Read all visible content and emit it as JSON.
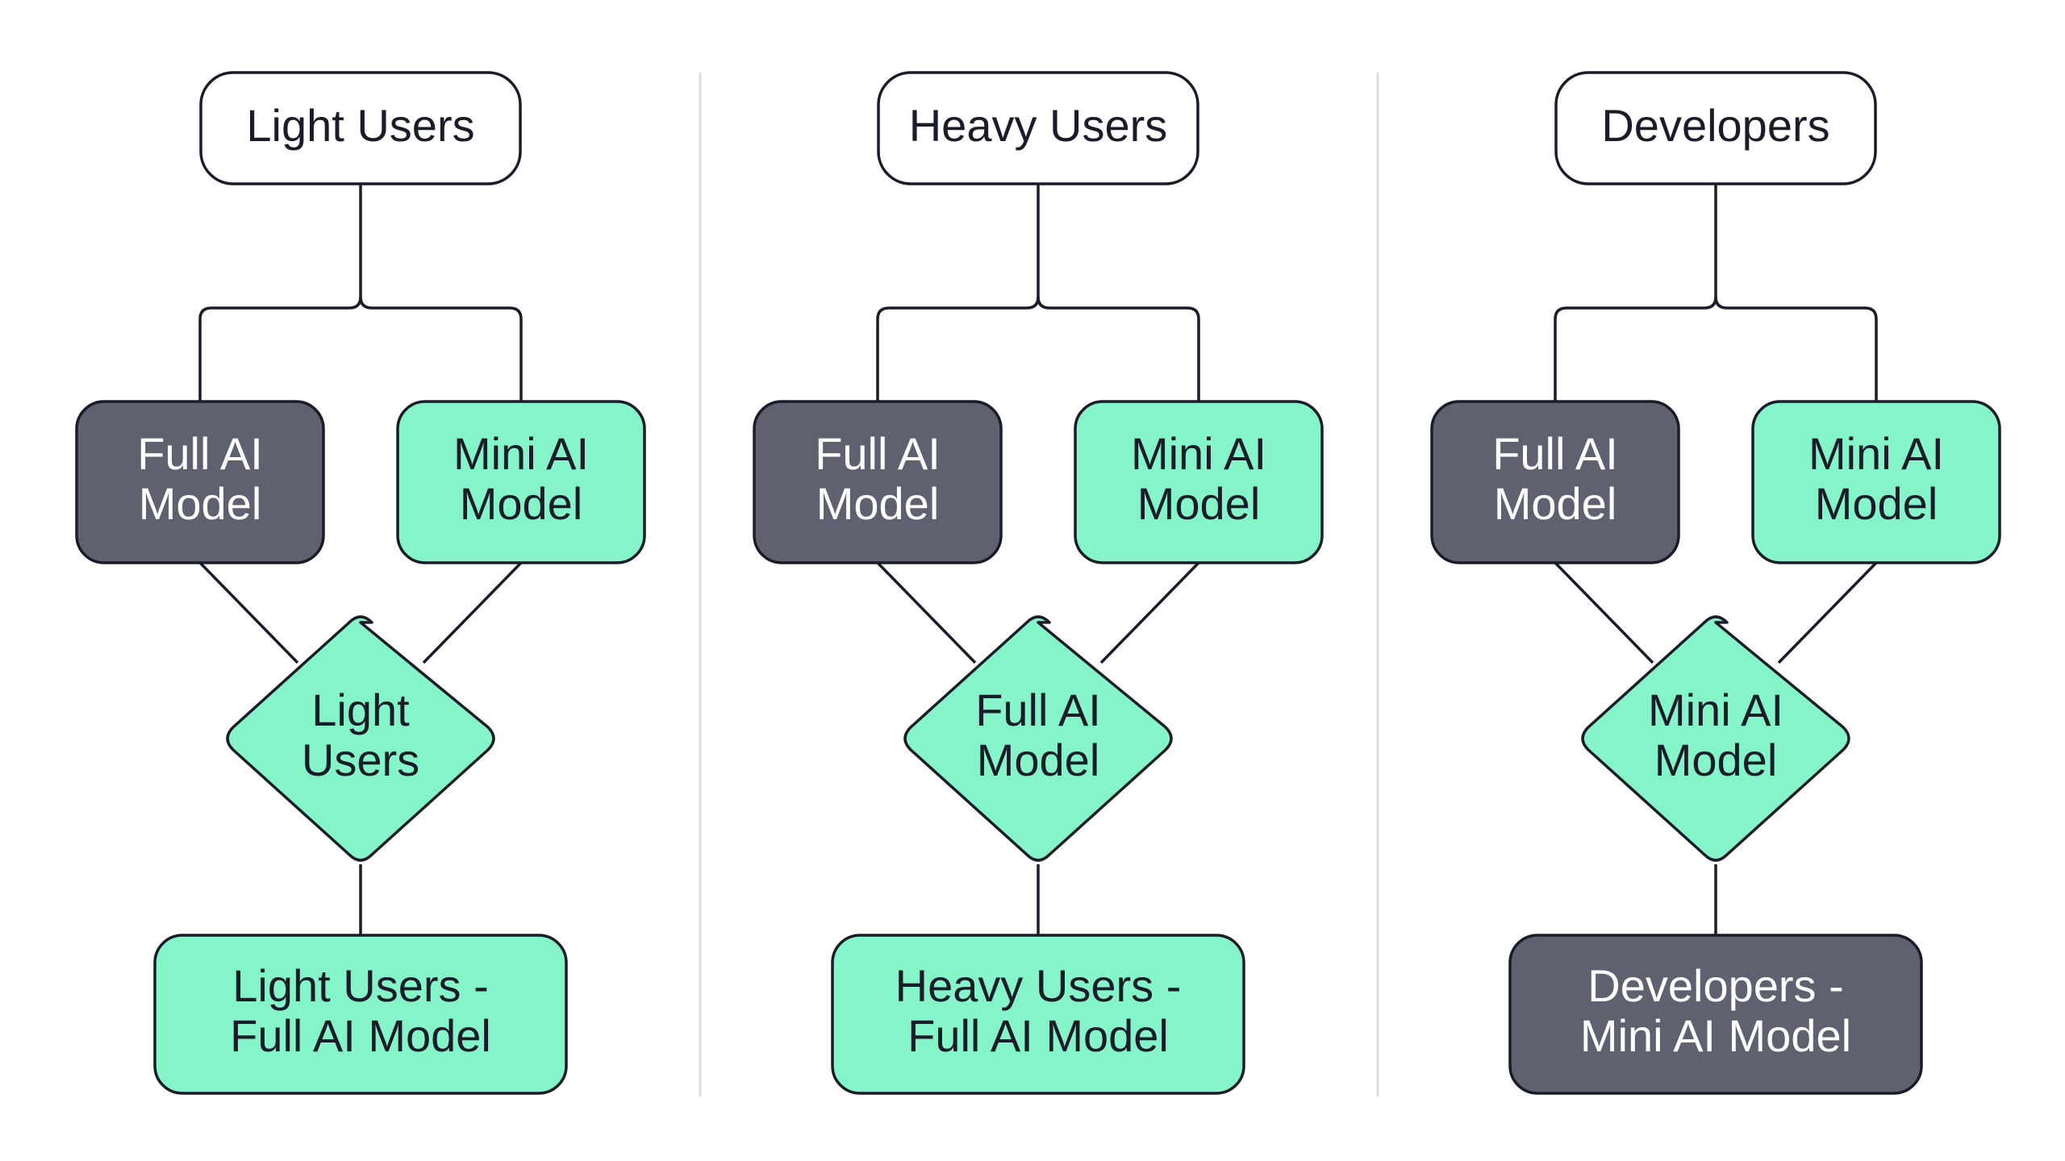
{
  "colors": {
    "header_fill": "#ffffff",
    "dark_fill": "#5f6171",
    "mint_fill": "#85f5c9",
    "stroke": "#1a1d29",
    "separator": "#dddddd"
  },
  "columns": [
    {
      "header": [
        "Light Users"
      ],
      "left_box": [
        "Full AI",
        "Model"
      ],
      "right_box": [
        "Mini AI",
        "Model"
      ],
      "decision": [
        "Light",
        "Users"
      ],
      "result": [
        "Light Users -",
        "Full AI Model"
      ],
      "result_style": "mint"
    },
    {
      "header": [
        "Heavy Users"
      ],
      "left_box": [
        "Full AI",
        "Model"
      ],
      "right_box": [
        "Mini AI",
        "Model"
      ],
      "decision": [
        "Full AI",
        "Model"
      ],
      "result": [
        "Heavy Users -",
        "Full AI Model"
      ],
      "result_style": "mint"
    },
    {
      "header": [
        "Developers"
      ],
      "left_box": [
        "Full AI",
        "Model"
      ],
      "right_box": [
        "Mini AI",
        "Model"
      ],
      "decision": [
        "Mini AI",
        "Model"
      ],
      "result": [
        "Developers -",
        "Mini AI Model"
      ],
      "result_style": "dark"
    }
  ]
}
